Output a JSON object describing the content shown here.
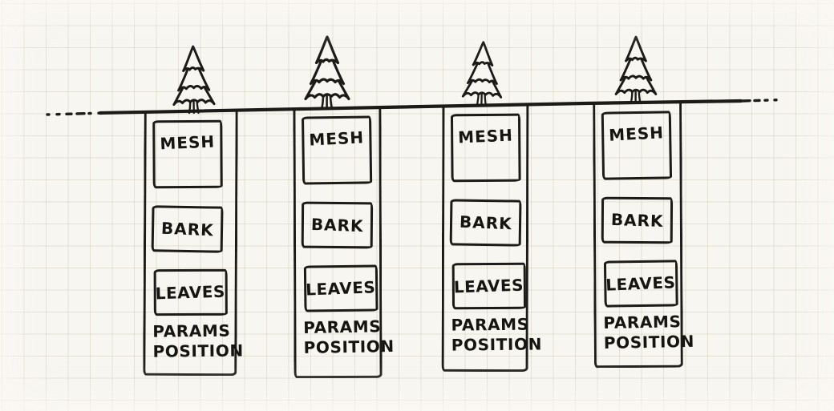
{
  "diagram": {
    "ink_color": "#1d1b18",
    "paper_color": "#f8f6f0",
    "trees": [
      {
        "icon": "pine-tree"
      },
      {
        "icon": "pine-tree"
      },
      {
        "icon": "pine-tree"
      },
      {
        "icon": "pine-tree"
      }
    ],
    "columns": [
      {
        "boxes": [
          {
            "label": "MESH"
          },
          {
            "label": "BARK"
          },
          {
            "label": "LEAVES"
          }
        ],
        "footer": [
          "PARAMS",
          "POSITION"
        ]
      },
      {
        "boxes": [
          {
            "label": "MESH"
          },
          {
            "label": "BARK"
          },
          {
            "label": "LEAVES"
          }
        ],
        "footer": [
          "PARAMS",
          "POSITION"
        ]
      },
      {
        "boxes": [
          {
            "label": "MESH"
          },
          {
            "label": "BARK"
          },
          {
            "label": "LEAVES"
          }
        ],
        "footer": [
          "PARAMS",
          "POSITION"
        ]
      },
      {
        "boxes": [
          {
            "label": "MESH"
          },
          {
            "label": "BARK"
          },
          {
            "label": "LEAVES"
          }
        ],
        "footer": [
          "PARAMS",
          "POSITION"
        ]
      }
    ]
  }
}
